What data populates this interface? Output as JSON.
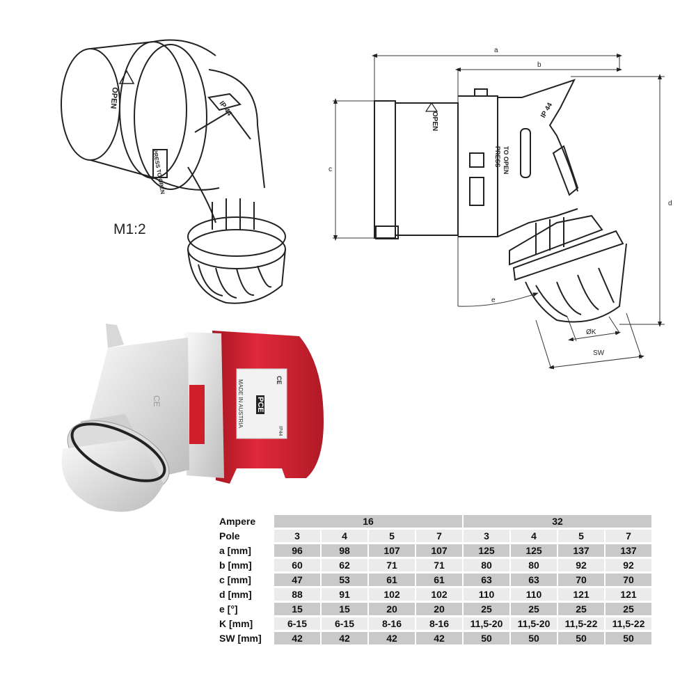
{
  "drawing": {
    "scale_label": "M1:2",
    "perspective_marks": {
      "open": "OPEN",
      "ip44": "IP 44",
      "press_to_open": "PRESS TO OPEN"
    },
    "dimension_labels": [
      "a",
      "b",
      "c",
      "d",
      "e",
      "ØK",
      "SW"
    ],
    "side_marks": {
      "open": "OPEN",
      "press_to_open": [
        "PRESS",
        "TO OPEN"
      ],
      "ip44": "IP 44"
    }
  },
  "product_label": {
    "brand": "PCE",
    "made_in": "MADE IN AUSTRIA",
    "ce": "CE",
    "ip": "IP44",
    "side_ce": "CE"
  },
  "spec_table": {
    "row_headers": [
      "Ampere",
      "Pole",
      "a [mm]",
      "b [mm]",
      "c [mm]",
      "d [mm]",
      "e [°]",
      "K [mm]",
      "SW [mm]"
    ],
    "ampere_groups": [
      "16",
      "32"
    ],
    "rows": [
      [
        "3",
        "4",
        "5",
        "7",
        "3",
        "4",
        "5",
        "7"
      ],
      [
        "96",
        "98",
        "107",
        "107",
        "125",
        "125",
        "137",
        "137"
      ],
      [
        "60",
        "62",
        "71",
        "71",
        "80",
        "80",
        "92",
        "92"
      ],
      [
        "47",
        "53",
        "61",
        "61",
        "63",
        "63",
        "70",
        "70"
      ],
      [
        "88",
        "91",
        "102",
        "102",
        "110",
        "110",
        "121",
        "121"
      ],
      [
        "15",
        "15",
        "20",
        "20",
        "25",
        "25",
        "25",
        "25"
      ],
      [
        "6-15",
        "6-15",
        "8-16",
        "8-16",
        "11,5-20",
        "11,5-20",
        "11,5-22",
        "11,5-22"
      ],
      [
        "42",
        "42",
        "42",
        "42",
        "50",
        "50",
        "50",
        "50"
      ]
    ]
  },
  "colors": {
    "plug_red": "#d41f2b",
    "plug_red_dark": "#a51620",
    "housing_white": "#e9e9e9",
    "line": "#222222",
    "row_dark": "#c9c9c9",
    "row_light": "#ebebeb"
  }
}
